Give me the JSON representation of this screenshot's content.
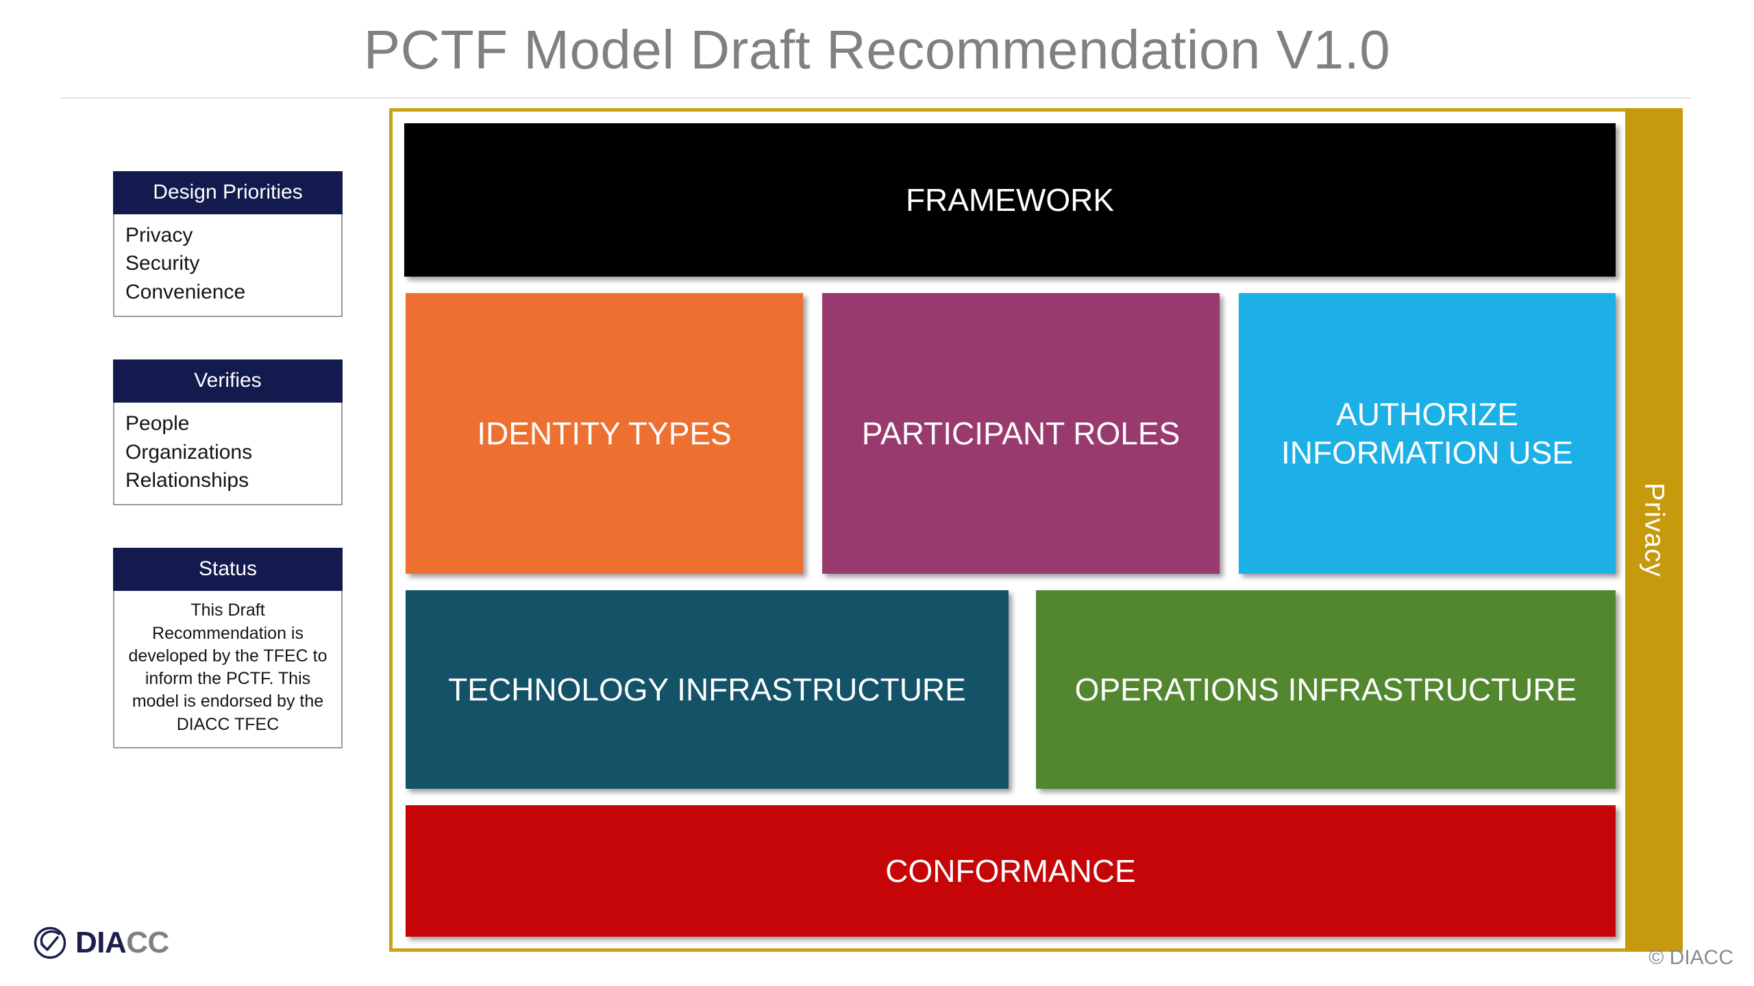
{
  "slide": {
    "title": "PCTF Model Draft Recommendation V1.0"
  },
  "sidebar": {
    "cards": [
      {
        "heading": "Design Priorities",
        "items": [
          "Privacy",
          "Security",
          "Convenience"
        ]
      },
      {
        "heading": "Verifies",
        "items": [
          "People",
          "Organizations",
          "Relationships"
        ]
      },
      {
        "heading": "Status",
        "narrative": "This Draft Recommendation is developed by the TFEC to inform the PCTF. This model is endorsed by the DIACC TFEC"
      }
    ]
  },
  "diagram": {
    "privacy_band": "Privacy",
    "boxes": {
      "framework": "FRAMEWORK",
      "identity_types": "IDENTITY TYPES",
      "participant_roles": "PARTICIPANT ROLES",
      "authorize_information_use": "AUTHORIZE INFORMATION USE",
      "technology_infrastructure": "TECHNOLOGY INFRASTRUCTURE",
      "operations_infrastructure": "OPERATIONS INFRASTRUCTURE",
      "conformance": "CONFORMANCE"
    },
    "colors": {
      "frame": "#C8A415",
      "privacy_band": "#C59A0C",
      "framework": "#000000",
      "identity_types": "#ED7031",
      "participant_roles": "#993A6E",
      "authorize_information_use": "#1CB0E6",
      "technology_infrastructure": "#145268",
      "operations_infrastructure": "#53872F",
      "conformance": "#C60508",
      "card_heading": "#121A4E",
      "title_text": "#808080"
    }
  },
  "footer": {
    "logo_primary": "DIA",
    "logo_secondary": "CC",
    "copyright": "© DIACC"
  }
}
